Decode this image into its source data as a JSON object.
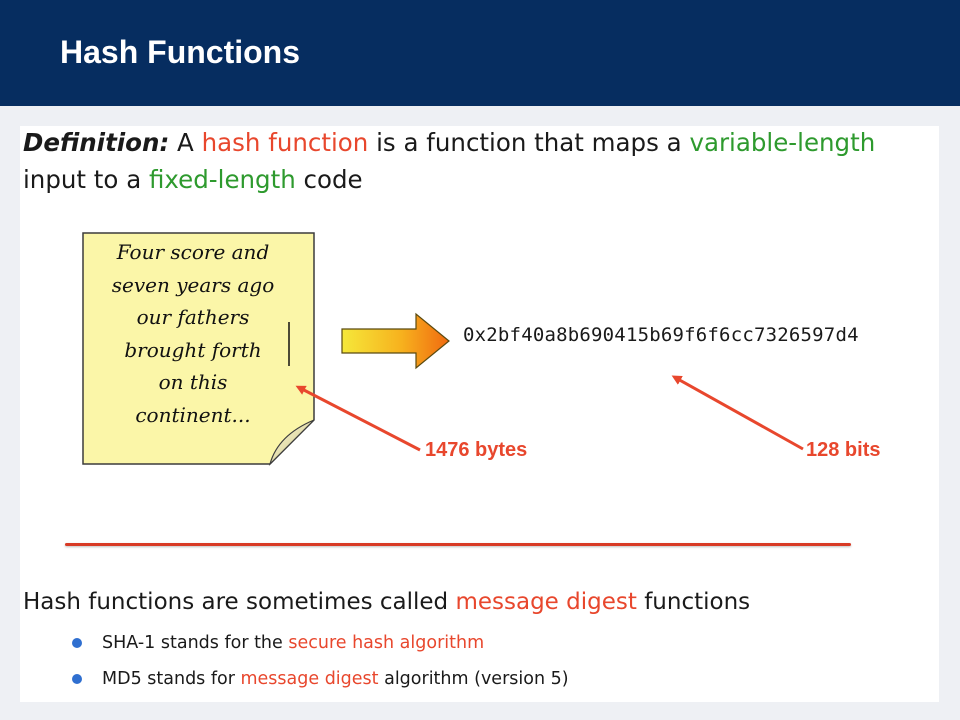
{
  "header": {
    "title": "Hash Functions"
  },
  "definition": {
    "label": "Definition:",
    "t1": " A ",
    "hash_function": "hash function",
    "t2": " is a function that maps a ",
    "variable_length": "variable-length",
    "t3": " input to a ",
    "fixed_length": "fixed-length",
    "t4": " code"
  },
  "note": {
    "lines": [
      "Four score and",
      "seven years ago",
      "our fathers",
      "brought forth",
      "on this",
      "continent..."
    ]
  },
  "hash": {
    "value": "0x2bf40a8b690415b69f6f6cc7326597d4"
  },
  "labels": {
    "input_size": "1476 bytes",
    "output_size": "128 bits"
  },
  "also": {
    "t1": "Hash functions are sometimes called ",
    "message_digest": "message digest",
    "t2": " functions"
  },
  "bullets": [
    {
      "t1": "SHA-1 stands for the ",
      "highlight": "secure hash algorithm",
      "t2": ""
    },
    {
      "t1": "MD5 stands for ",
      "highlight": "message digest",
      "t2": " algorithm (version 5)"
    }
  ],
  "colors": {
    "header_bg": "#062d60",
    "accent_red": "#e8472d",
    "accent_green": "#2e9a2e",
    "note_fill": "#fbf6a8",
    "bullet_blue": "#2f6fd0"
  },
  "icons": {
    "arrow": "right-arrow-icon",
    "note": "sticky-note-icon",
    "bullet": "bullet-dot-icon"
  }
}
